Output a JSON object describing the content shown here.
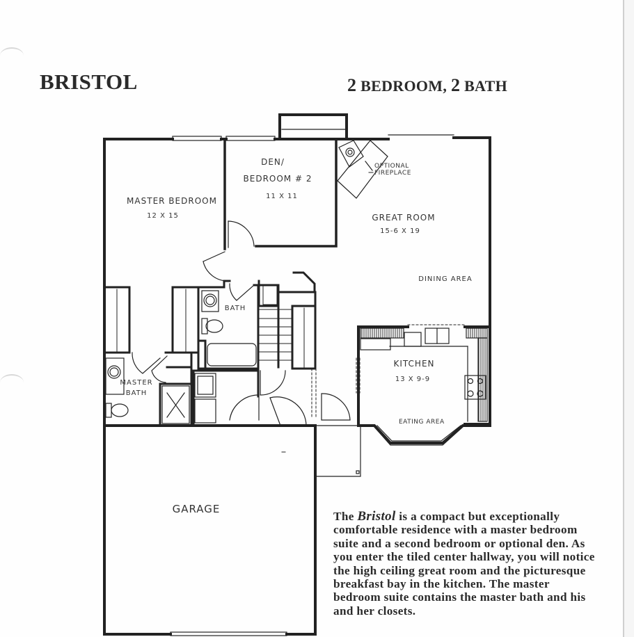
{
  "header": {
    "plan_name": "BRISTOL",
    "bedrooms_num": "2",
    "bedrooms_word": "BEDROOM,",
    "baths_num": "2",
    "baths_word": "BATH"
  },
  "rooms": {
    "master_bedroom": {
      "name": "MASTER BEDROOM",
      "size": "12 X 15"
    },
    "den": {
      "name_line1": "DEN/",
      "name_line2": "BEDROOM # 2",
      "size": "11 X 11"
    },
    "fireplace": {
      "line1": "OPTIONAL",
      "line2": "FIREPLACE"
    },
    "great_room": {
      "name": "GREAT ROOM",
      "size": "15-6 X 19"
    },
    "dining": {
      "name": "DINING AREA"
    },
    "bath": {
      "name": "BATH"
    },
    "master_bath": {
      "line1": "MASTER",
      "line2": "BATH"
    },
    "kitchen": {
      "name": "KITCHEN",
      "size": "13 X 9-9"
    },
    "eating": {
      "name": "EATING AREA"
    },
    "garage": {
      "name": "GARAGE"
    }
  },
  "description": {
    "lead": "The",
    "name_italic": "Bristol",
    "body": " is a compact but exceptionally comfortable residence with a master bedroom suite and a second bedroom or optional den. As you enter the tiled center hallway, you will notice the high ceiling great room and the picturesque breakfast bay in the kitchen. The master bedroom suite contains the master bath and his and her closets."
  },
  "colors": {
    "wall": "#222222",
    "text": "#2a2a2a",
    "paper": "#fefefe"
  }
}
